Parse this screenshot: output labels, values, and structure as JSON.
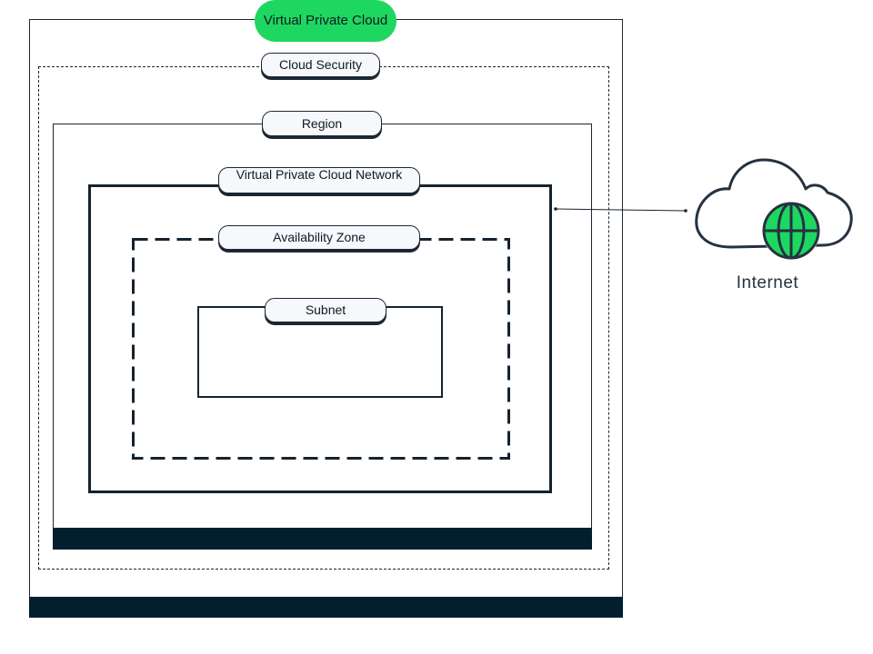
{
  "diagram": {
    "vpc_title": "Virtual Private Cloud",
    "cloud_security_label": "Cloud Security",
    "region_label": "Region",
    "vpc_network_label": "Virtual Private Cloud Network",
    "availability_zone_label": "Availability Zone",
    "subnet_label": "Subnet",
    "internet_label": "Internet"
  },
  "colors": {
    "accent_green": "#1ed760",
    "dark_navy": "#021f2d",
    "outline": "#14232f"
  },
  "icons": {
    "internet": "cloud-globe-icon"
  }
}
